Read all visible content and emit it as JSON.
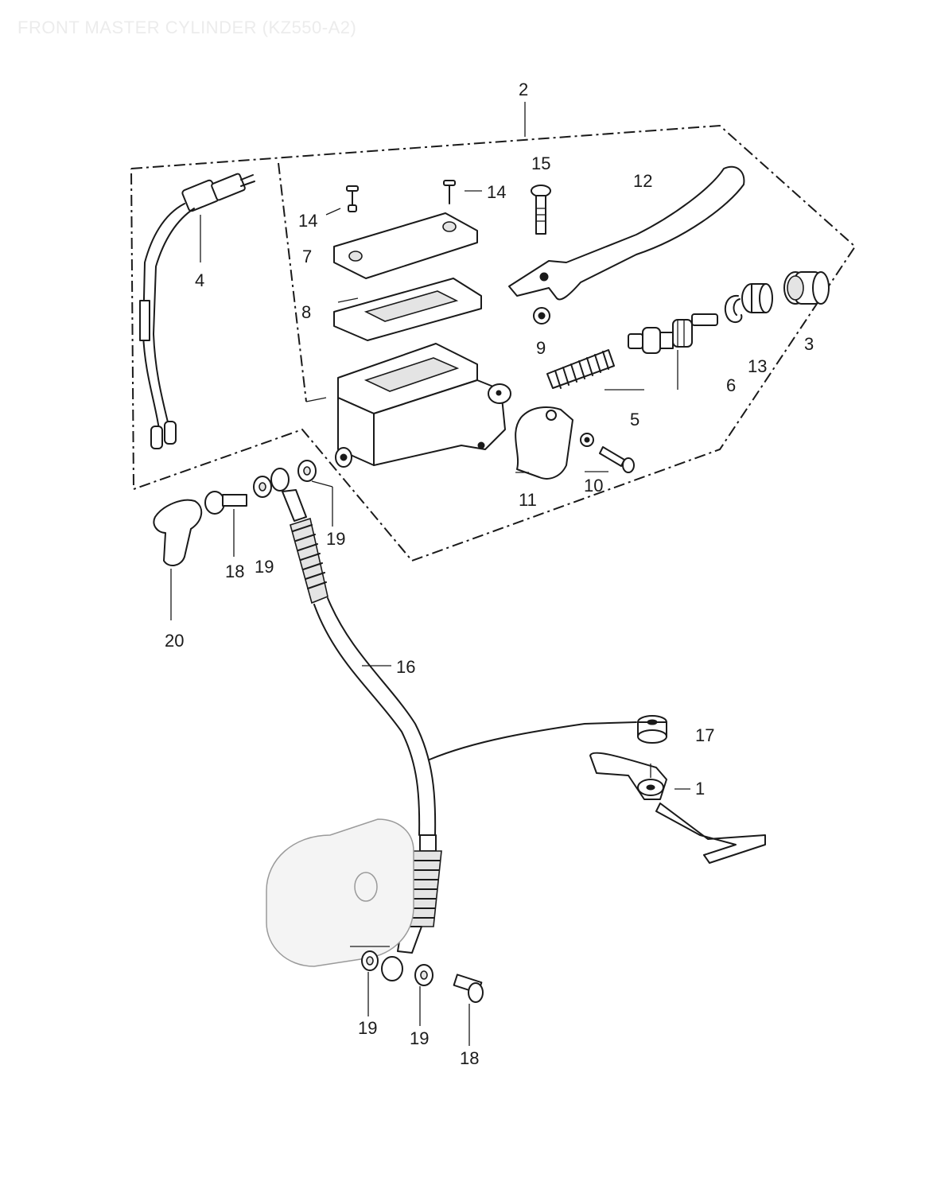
{
  "title": "FRONT MASTER CYLINDER (KZ550-A2)",
  "callouts": {
    "c2": "2",
    "c15": "15",
    "c12": "12",
    "c14a": "14",
    "c14b": "14",
    "c7": "7",
    "c4": "4",
    "c8": "8",
    "c9": "9",
    "c3": "3",
    "c13": "13",
    "c6": "6",
    "c5": "5",
    "c10": "10",
    "c11": "11",
    "c19a": "19",
    "c18a": "18",
    "c19b": "19",
    "c20": "20",
    "c16": "16",
    "c17": "17",
    "c1": "1",
    "c19c": "19",
    "c19d": "19",
    "c18b": "18"
  }
}
